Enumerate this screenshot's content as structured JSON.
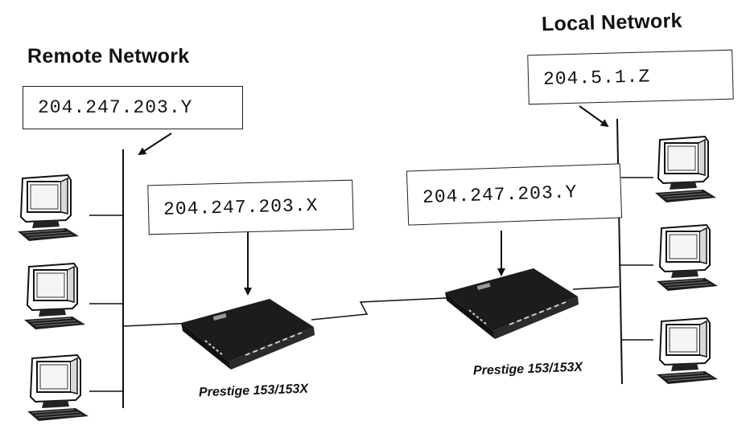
{
  "remote_network": {
    "title": "Remote Network",
    "ip_top": "204.247.203.Y",
    "ip_router": "204.247.203.X",
    "device_label": "Prestige 153/153X"
  },
  "local_network": {
    "title": "Local Network",
    "ip_top": "204.5.1.Z",
    "ip_router": "204.247.203.Y",
    "device_label": "Prestige 153/153X"
  },
  "colors": {
    "line": "#111111",
    "router": "#1c1c1c",
    "monitor_fill": "#ffffff"
  },
  "icons": [
    "computer-icon",
    "router-icon",
    "arrow-icon",
    "network-bus-line"
  ]
}
